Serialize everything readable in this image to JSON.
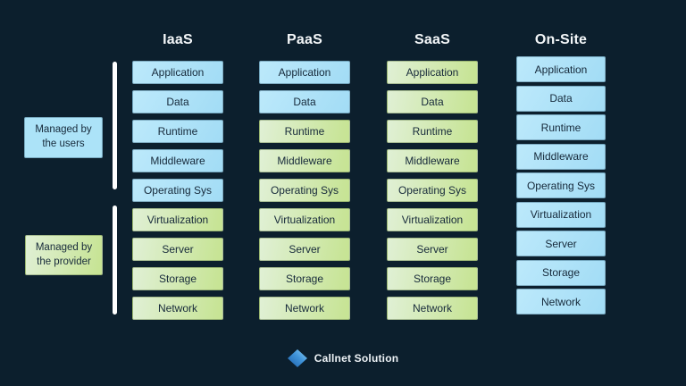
{
  "legend": {
    "users": {
      "line1": "Managed by",
      "line2": "the users",
      "group": "user"
    },
    "provider": {
      "line1": "Managed by",
      "line2": "the provider",
      "group": "provider"
    }
  },
  "columns": [
    {
      "id": "iaas",
      "label": "IaaS",
      "layers": [
        {
          "name": "Application",
          "managed_by": "user"
        },
        {
          "name": "Data",
          "managed_by": "user"
        },
        {
          "name": "Runtime",
          "managed_by": "user"
        },
        {
          "name": "Middleware",
          "managed_by": "user"
        },
        {
          "name": "Operating Sys",
          "managed_by": "user"
        },
        {
          "name": "Virtualization",
          "managed_by": "provider"
        },
        {
          "name": "Server",
          "managed_by": "provider"
        },
        {
          "name": "Storage",
          "managed_by": "provider"
        },
        {
          "name": "Network",
          "managed_by": "provider"
        }
      ]
    },
    {
      "id": "paas",
      "label": "PaaS",
      "layers": [
        {
          "name": "Application",
          "managed_by": "user"
        },
        {
          "name": "Data",
          "managed_by": "user"
        },
        {
          "name": "Runtime",
          "managed_by": "provider"
        },
        {
          "name": "Middleware",
          "managed_by": "provider"
        },
        {
          "name": "Operating Sys",
          "managed_by": "provider"
        },
        {
          "name": "Virtualization",
          "managed_by": "provider"
        },
        {
          "name": "Server",
          "managed_by": "provider"
        },
        {
          "name": "Storage",
          "managed_by": "provider"
        },
        {
          "name": "Network",
          "managed_by": "provider"
        }
      ]
    },
    {
      "id": "saas",
      "label": "SaaS",
      "layers": [
        {
          "name": "Application",
          "managed_by": "provider"
        },
        {
          "name": "Data",
          "managed_by": "provider"
        },
        {
          "name": "Runtime",
          "managed_by": "provider"
        },
        {
          "name": "Middleware",
          "managed_by": "provider"
        },
        {
          "name": "Operating Sys",
          "managed_by": "provider"
        },
        {
          "name": "Virtualization",
          "managed_by": "provider"
        },
        {
          "name": "Server",
          "managed_by": "provider"
        },
        {
          "name": "Storage",
          "managed_by": "provider"
        },
        {
          "name": "Network",
          "managed_by": "provider"
        }
      ]
    },
    {
      "id": "onsite",
      "label": "On-Site",
      "layers": [
        {
          "name": "Application",
          "managed_by": "user"
        },
        {
          "name": "Data",
          "managed_by": "user"
        },
        {
          "name": "Runtime",
          "managed_by": "user"
        },
        {
          "name": "Middleware",
          "managed_by": "user"
        },
        {
          "name": "Operating Sys",
          "managed_by": "user"
        },
        {
          "name": "Virtualization",
          "managed_by": "user"
        },
        {
          "name": "Server",
          "managed_by": "user"
        },
        {
          "name": "Storage",
          "managed_by": "user"
        },
        {
          "name": "Network",
          "managed_by": "user"
        }
      ]
    }
  ],
  "footer": {
    "brand": "Callnet Solution",
    "logo": "diamond-icon"
  },
  "colors": {
    "background": "#0c1f2d",
    "user_managed_fill": "#ace3f8",
    "provider_managed_fill": "#cfe8a2",
    "bracket_bar": "#ffffff",
    "box_text": "#16293a",
    "header_text": "#f4f7f9",
    "logo_blue_dark": "#1d5fa8",
    "logo_blue_light": "#8ed1f7"
  }
}
